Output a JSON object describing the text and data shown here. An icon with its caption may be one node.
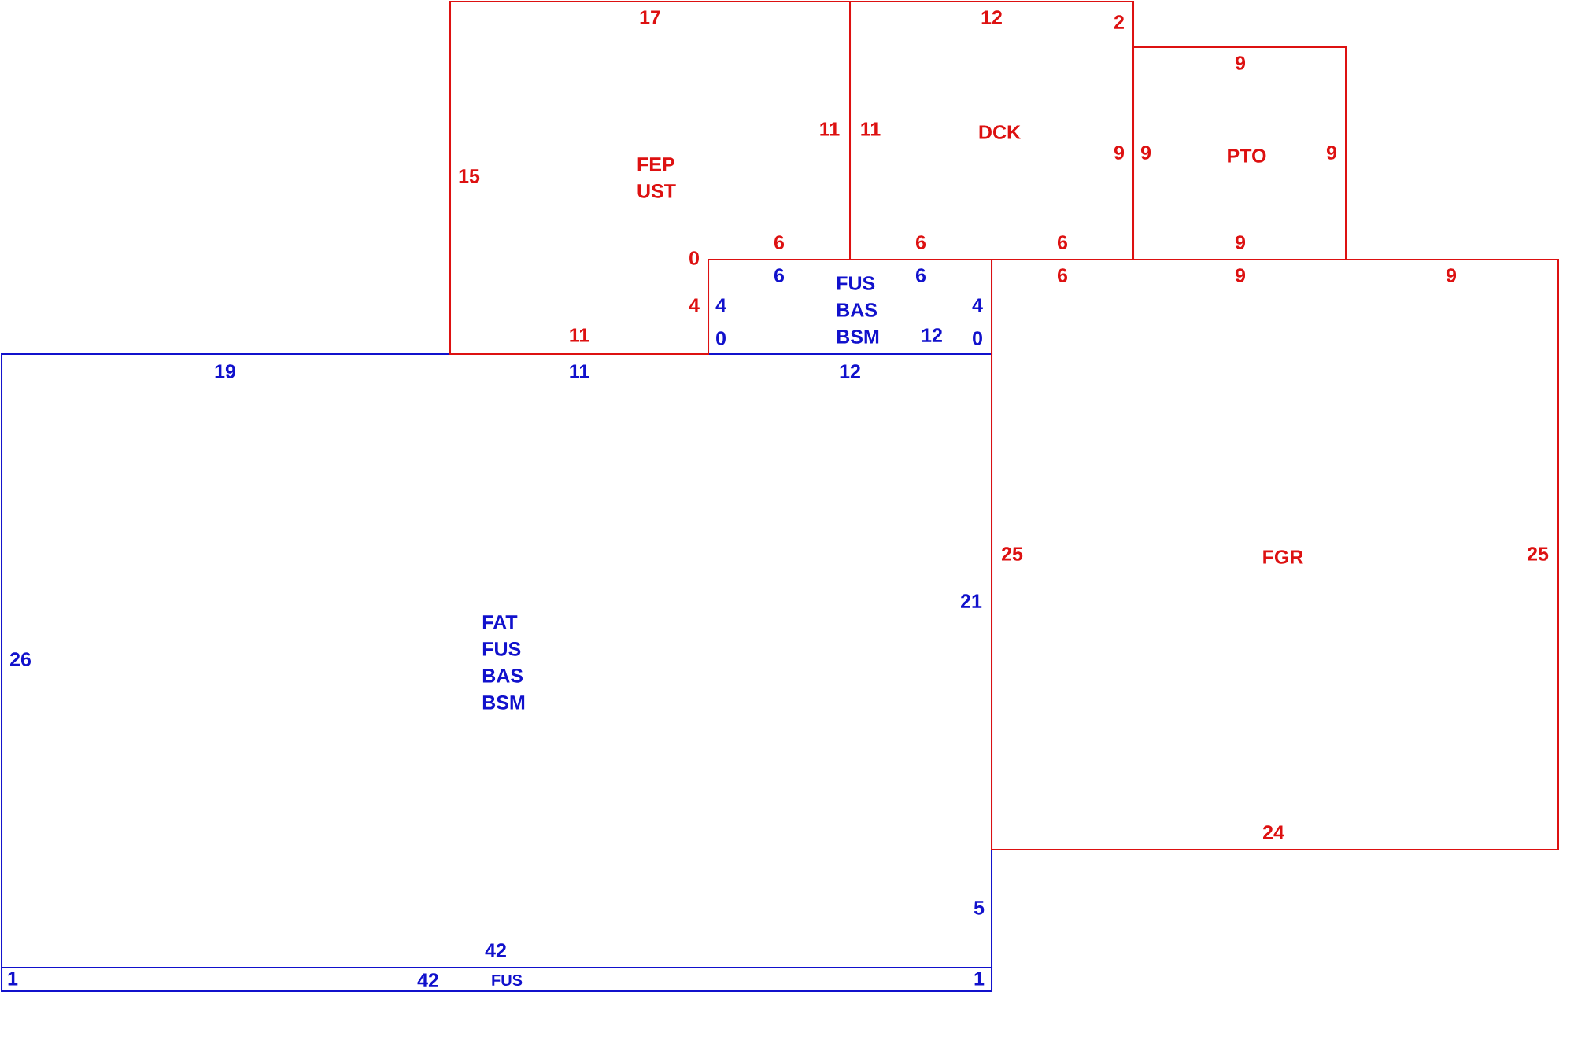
{
  "diagram": {
    "nodes": [
      {
        "text": [
          "FEP",
          "UST",
          "17",
          "11",
          "15",
          "6",
          "0",
          "4",
          "11"
        ]
      },
      {
        "text": [
          "DCK",
          "12",
          "2",
          "11",
          "9",
          "6",
          "6"
        ]
      },
      {
        "text": [
          "PTO",
          "9",
          "9",
          "9",
          "9"
        ]
      },
      {
        "text": [
          "FUS",
          "BAS",
          "BSM",
          "6",
          "6",
          "4",
          "4",
          "12",
          "0",
          "0"
        ]
      },
      {
        "text": [
          "FGR",
          "6",
          "9",
          "9",
          "25",
          "25",
          "24"
        ]
      },
      {
        "text": [
          "FAT",
          "FUS",
          "BAS",
          "BSM",
          "19",
          "11",
          "12",
          "26",
          "21",
          "5",
          "42"
        ]
      },
      {
        "text": [
          "FUS",
          "1",
          "42",
          "1"
        ]
      }
    ]
  }
}
